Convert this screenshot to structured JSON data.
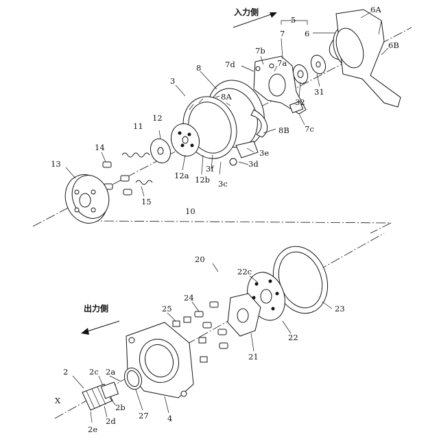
{
  "labels": {
    "input_side": "入力側",
    "output_side": "出力側",
    "l_5": "5",
    "l_6": "6",
    "l_7": "7",
    "l_6A": "6A",
    "l_6B": "6B",
    "l_7a": "7a",
    "l_7b": "7b",
    "l_7c": "7c",
    "l_7d": "7d",
    "l_8": "8",
    "l_8A": "8A",
    "l_8B": "8B",
    "l_3": "3",
    "l_3c": "3c",
    "l_3d": "3d",
    "l_3e": "3e",
    "l_3f": "3f",
    "l_11": "11",
    "l_12": "12",
    "l_12a": "12a",
    "l_12b": "12b",
    "l_13": "13",
    "l_14": "14",
    "l_15": "15",
    "l_10": "10",
    "l_31": "31",
    "l_32": "32",
    "l_20": "20",
    "l_21": "21",
    "l_22": "22",
    "l_22c": "22c",
    "l_23": "23",
    "l_24": "24",
    "l_25": "25",
    "l_27": "27",
    "l_4": "4",
    "l_2": "2",
    "l_2a": "2a",
    "l_2b": "2b",
    "l_2c": "2c",
    "l_2d": "2d",
    "l_2e": "2e",
    "l_X": "X"
  },
  "icons": {
    "input_arrow": "arrow-up-right-icon",
    "output_arrow": "arrow-down-left-icon"
  },
  "colors": {
    "line": "#111111",
    "background": "#ffffff"
  }
}
